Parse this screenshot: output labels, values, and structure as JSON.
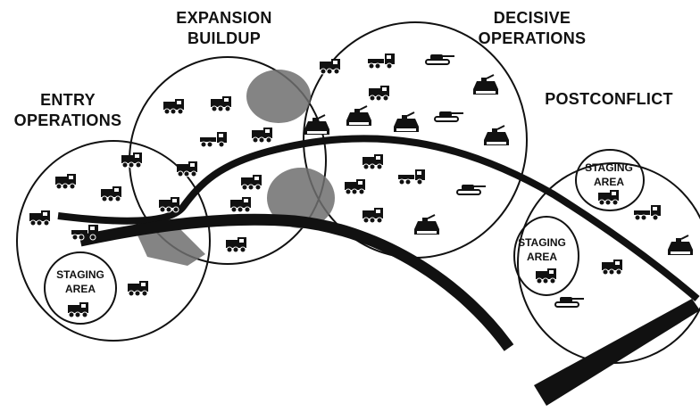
{
  "phases": {
    "entry": {
      "line1": "ENTRY",
      "line2": "OPERATIONS"
    },
    "expansion": {
      "line1": "EXPANSION",
      "line2": "BUILDUP"
    },
    "decisive": {
      "line1": "DECISIVE",
      "line2": "OPERATIONS"
    },
    "postconflict": {
      "line1": "POSTCONFLICT"
    }
  },
  "staging_areas": {
    "entry": {
      "line1": "STAGING",
      "line2": "AREA"
    },
    "post_upper": {
      "line1": "STAGING",
      "line2": "AREA"
    },
    "post_lower": {
      "line1": "STAGING",
      "line2": "AREA"
    }
  },
  "colors": {
    "ink": "#111111",
    "shade": "#6e6e6e"
  },
  "icons": [
    "truck-icon",
    "tank-icon",
    "tractor-trailer-icon",
    "armored-vehicle-icon"
  ]
}
